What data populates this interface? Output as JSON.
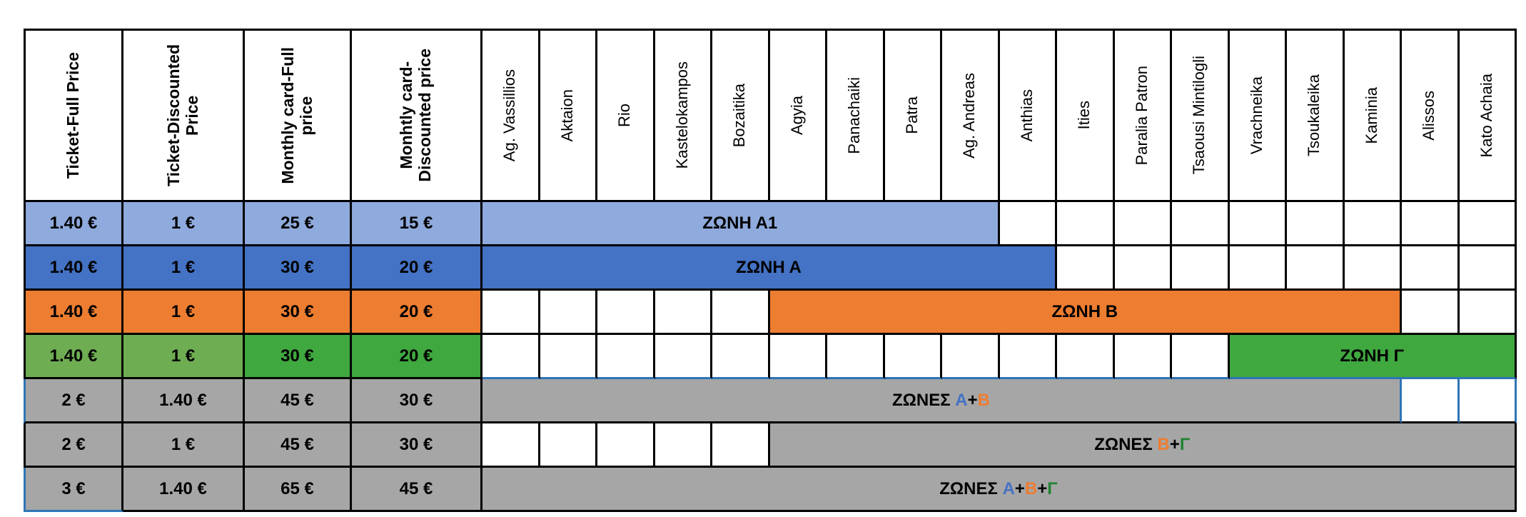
{
  "colors": {
    "lightblue": "#8FAADC",
    "blue": "#4472C4",
    "orange": "#ED7D31",
    "lightgreen": "#6FAD53",
    "green": "#3FA83F",
    "darkgreen": "#218332",
    "gray": "#A6A6A6",
    "white": "#FFFFFF",
    "selection_border_blue": "#2E75B6",
    "grid_border_black": "#000000"
  },
  "table": {
    "price_headers": [
      "Ticket-Full Price",
      "Ticket-Discounted\nPrice",
      "Monthly card-Full\nprice",
      "Monhtly card-\nDiscounted price"
    ],
    "stations": [
      "Ag. Vassillios",
      "Aktaion",
      "Rio",
      "Kastelokampos",
      "Bozaitika",
      "Agyia",
      "Panachaiki",
      "Patra",
      "Ag. Andreas",
      "Anthias",
      "Ities",
      "Paralia Patron",
      "Tsaousi Mintilogli",
      "Vrachneika",
      "Tsoukaleika",
      "Kaminia",
      "Alissos",
      "Kato Achaia"
    ],
    "rows": [
      {
        "zone": "ZONI A1",
        "prices": [
          {
            "v": "1.40 €",
            "bg": "lightblue"
          },
          {
            "v": "1 €",
            "bg": "lightblue"
          },
          {
            "v": "25 €",
            "bg": "lightblue"
          },
          {
            "v": "15 €",
            "bg": "lightblue"
          }
        ],
        "cells": [
          {
            "type": "band",
            "start": 1,
            "end": 9,
            "bg": "lightblue",
            "label": [
              {
                "t": "ΖΩΝΗ Α1"
              }
            ]
          },
          {
            "type": "empty",
            "start": 10,
            "end": 18
          }
        ]
      },
      {
        "zone": "ZONI A",
        "prices": [
          {
            "v": "1.40 €",
            "bg": "blue"
          },
          {
            "v": "1 €",
            "bg": "blue"
          },
          {
            "v": "30 €",
            "bg": "blue"
          },
          {
            "v": "20 €",
            "bg": "blue"
          }
        ],
        "cells": [
          {
            "type": "band",
            "start": 1,
            "end": 10,
            "bg": "blue",
            "label": [
              {
                "t": "ΖΩΝΗ Α"
              }
            ]
          },
          {
            "type": "empty",
            "start": 11,
            "end": 18
          }
        ]
      },
      {
        "zone": "ZONI B",
        "prices": [
          {
            "v": "1.40 €",
            "bg": "orange"
          },
          {
            "v": "1 €",
            "bg": "orange"
          },
          {
            "v": "30 €",
            "bg": "orange"
          },
          {
            "v": "20 €",
            "bg": "orange"
          }
        ],
        "cells": [
          {
            "type": "empty",
            "start": 1,
            "end": 5
          },
          {
            "type": "band",
            "start": 6,
            "end": 16,
            "bg": "orange",
            "label": [
              {
                "t": "ΖΩΝΗ Β"
              }
            ]
          },
          {
            "type": "empty",
            "start": 17,
            "end": 18
          }
        ]
      },
      {
        "zone": "ZONI G",
        "prices": [
          {
            "v": "1.40 €",
            "bg": "lightgreen"
          },
          {
            "v": "1 €",
            "bg": "lightgreen"
          },
          {
            "v": "30 €",
            "bg": "green"
          },
          {
            "v": "20 €",
            "bg": "green"
          }
        ],
        "cells": [
          {
            "type": "empty",
            "start": 1,
            "end": 13,
            "cls": "bb-blue"
          },
          {
            "type": "band",
            "start": 14,
            "end": 18,
            "bg": "green",
            "cls": "bb-blue",
            "label": [
              {
                "t": "ΖΩΝΗ Γ"
              }
            ]
          }
        ]
      },
      {
        "zone": "ZONES A+B",
        "prices": [
          {
            "v": "2 €",
            "bg": "gray",
            "cls": "bl-blue"
          },
          {
            "v": "1.40 €",
            "bg": "gray"
          },
          {
            "v": "45 €",
            "bg": "gray"
          },
          {
            "v": "30 €",
            "bg": "gray"
          }
        ],
        "cells": [
          {
            "type": "band",
            "start": 1,
            "end": 16,
            "bg": "gray",
            "cls": "br-blue",
            "label": [
              {
                "t": "ΖΩΝΕΣ "
              },
              {
                "t": "Α",
                "c": "blue"
              },
              {
                "t": "+"
              },
              {
                "t": "Β",
                "c": "orange"
              }
            ]
          },
          {
            "type": "empty",
            "start": 17,
            "end": 18,
            "cls": "br-blue"
          }
        ]
      },
      {
        "zone": "ZONES B+G",
        "prices": [
          {
            "v": "2 €",
            "bg": "gray"
          },
          {
            "v": "1 €",
            "bg": "gray"
          },
          {
            "v": "45 €",
            "bg": "gray"
          },
          {
            "v": "30 €",
            "bg": "gray"
          }
        ],
        "cells": [
          {
            "type": "empty",
            "start": 1,
            "end": 5
          },
          {
            "type": "band",
            "start": 6,
            "end": 18,
            "bg": "gray",
            "label": [
              {
                "t": "ΖΩΝΕΣ "
              },
              {
                "t": "Β",
                "c": "orange"
              },
              {
                "t": "+"
              },
              {
                "t": "Γ",
                "c": "darkgreen"
              }
            ]
          }
        ]
      },
      {
        "zone": "ZONES A+B+G",
        "prices": [
          {
            "v": "3 €",
            "bg": "gray",
            "cls": "bl-blue bb-blue"
          },
          {
            "v": "1.40 €",
            "bg": "gray"
          },
          {
            "v": "65 €",
            "bg": "gray"
          },
          {
            "v": "45 €",
            "bg": "gray"
          }
        ],
        "cells": [
          {
            "type": "band",
            "start": 1,
            "end": 18,
            "bg": "gray",
            "label": [
              {
                "t": "ΖΩΝΕΣ "
              },
              {
                "t": "Α",
                "c": "blue"
              },
              {
                "t": "+"
              },
              {
                "t": "Β",
                "c": "orange"
              },
              {
                "t": "+"
              },
              {
                "t": "Γ",
                "c": "darkgreen"
              }
            ]
          }
        ]
      }
    ]
  }
}
